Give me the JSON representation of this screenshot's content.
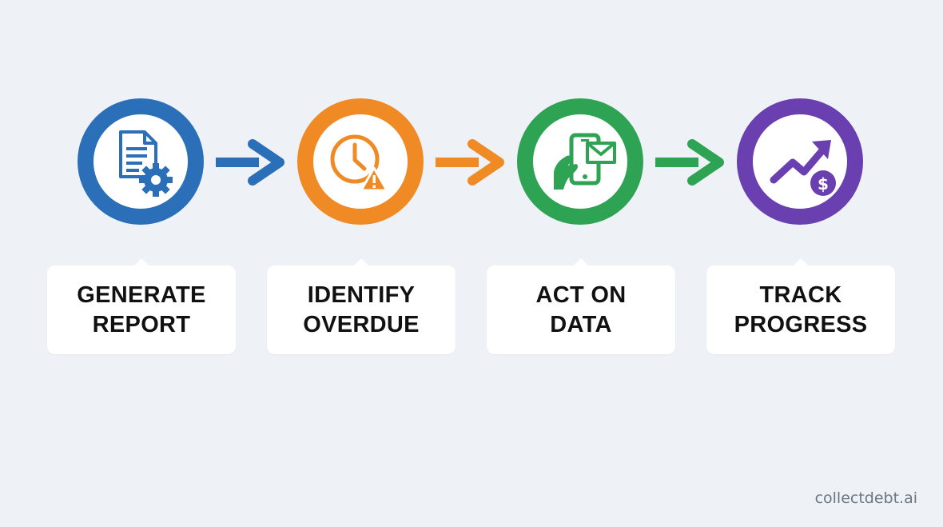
{
  "steps": [
    {
      "icon": "document-gear-icon",
      "color": "#2c6fb9",
      "label_line1": "GENERATE",
      "label_line2": "REPORT"
    },
    {
      "icon": "clock-warning-icon",
      "color": "#f08a24",
      "label_line1": "IDENTIFY",
      "label_line2": "OVERDUE"
    },
    {
      "icon": "phone-envelope-icon",
      "color": "#2ea354",
      "label_line1": "ACT ON",
      "label_line2": "DATA"
    },
    {
      "icon": "trend-up-dollar-icon",
      "color": "#6a3fb0",
      "label_line1": "TRACK",
      "label_line2": "PROGRESS"
    }
  ],
  "arrow_colors": [
    "#2c6fb9",
    "#f08a24",
    "#2ea354"
  ],
  "brand": "collectdebt.ai"
}
